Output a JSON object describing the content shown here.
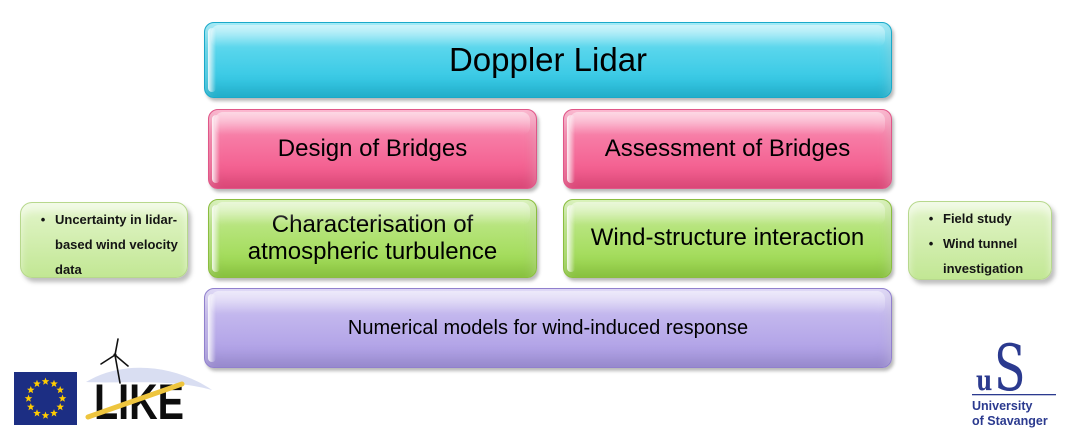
{
  "diagram": {
    "root": "Doppler Lidar",
    "design_branch": "Design of Bridges",
    "assessment_branch": "Assessment of Bridges",
    "design_child": "Characterisation of atmospheric turbulence",
    "assessment_child": "Wind-structure interaction",
    "shared_base": "Numerical models for wind-induced response"
  },
  "callouts": {
    "left": {
      "items": [
        "Uncertainty in lidar-based wind velocity data"
      ]
    },
    "right": {
      "items": [
        "Field study",
        "Wind tunnel investigation"
      ]
    }
  },
  "glyphs": {
    "bullet": "•"
  },
  "logos": {
    "like": {
      "text": "LIKE"
    },
    "uis": {
      "monogram_u": "u",
      "monogram_s": "S",
      "name_line1": "University",
      "name_line2": "of Stavanger"
    }
  },
  "colors": {
    "cyan1": "#74e1f3",
    "cyan2": "#25c1e0",
    "cyan_border": "#1aa9c9",
    "pink1": "#fa93b7",
    "pink2": "#f14f84",
    "pink_border": "#e05688",
    "green1": "#c7ec99",
    "green2": "#97d646",
    "green_border": "#8abd3f",
    "purple1": "#d0c6f3",
    "purple2": "#a898e3",
    "purple_border": "#9180cd",
    "callout1": "#e3f5cb",
    "callout2": "#c2e794",
    "callout_border": "#b7d88d",
    "eu_blue": "#1c2e83",
    "star_yellow": "#ffcc00",
    "uis_blue": "#2b3a8f",
    "like_yellow": "#eec53e",
    "like_ink": "#0d0d0d",
    "swoosh_blue": "#d9def2"
  }
}
